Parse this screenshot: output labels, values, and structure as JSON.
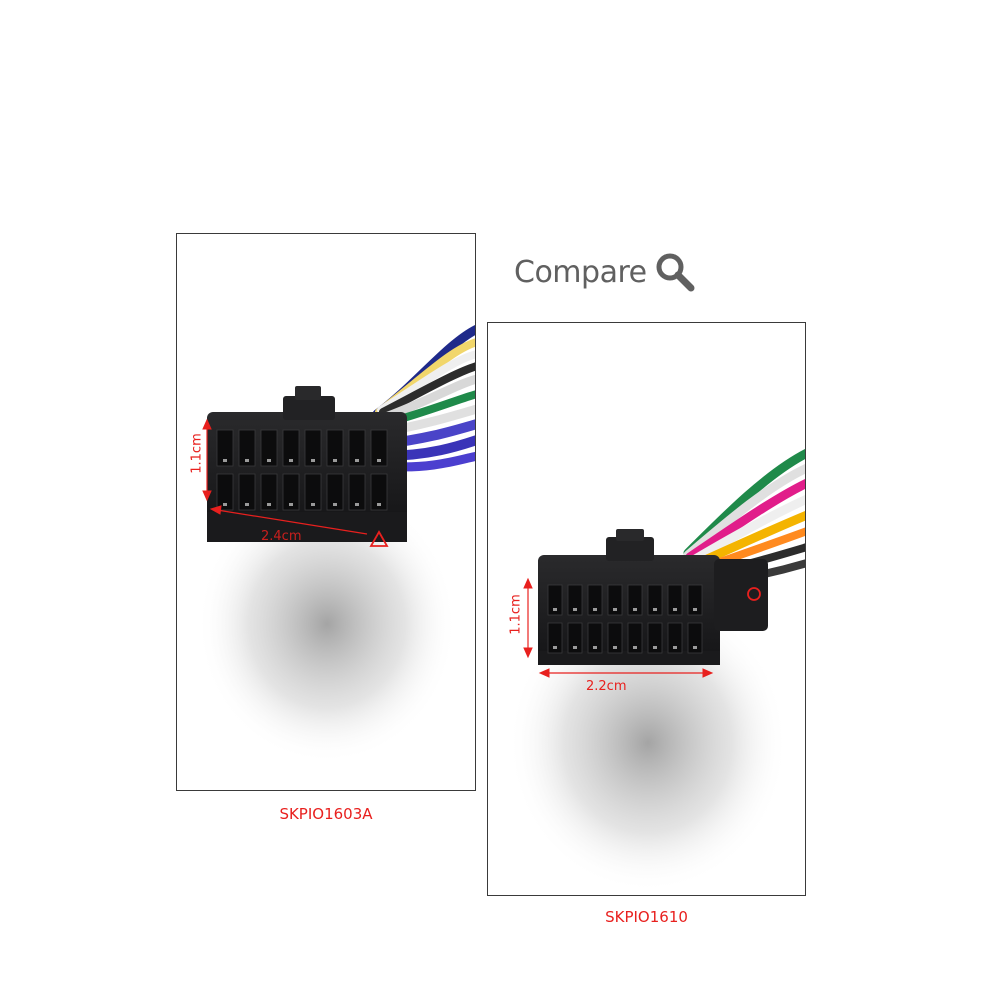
{
  "compare": {
    "text": "Compare",
    "icon": "magnifier-icon",
    "color": "#606060"
  },
  "products": [
    {
      "model": "SKPIO1603A",
      "height": "1.1cm",
      "width": "2.4cm",
      "marker": "triangle-marker-icon"
    },
    {
      "model": "SKPIO1610",
      "height": "1.1cm",
      "width": "2.2cm",
      "marker": "circle-marker-icon"
    }
  ],
  "colors": {
    "accent": "#e8201e",
    "connector": "#1c1c1e",
    "border": "#3a3a3a"
  }
}
